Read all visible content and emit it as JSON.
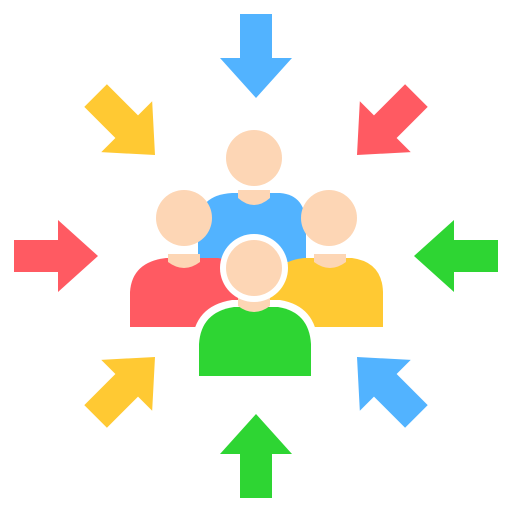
{
  "icon": {
    "name": "people-group-convergence-icon",
    "colors": {
      "blue": "#52B3FF",
      "yellow": "#FFC933",
      "red": "#FF5A62",
      "green": "#2ED533",
      "skin": "#FDD6B5",
      "background": "#FFFFFF"
    },
    "arrows": [
      {
        "name": "arrow-top-icon",
        "direction": "down",
        "color": "blue"
      },
      {
        "name": "arrow-top-right-icon",
        "direction": "down-left",
        "color": "red"
      },
      {
        "name": "arrow-right-icon",
        "direction": "left",
        "color": "green"
      },
      {
        "name": "arrow-bottom-right-icon",
        "direction": "up-left",
        "color": "blue"
      },
      {
        "name": "arrow-bottom-icon",
        "direction": "up",
        "color": "green"
      },
      {
        "name": "arrow-bottom-left-icon",
        "direction": "up-right",
        "color": "yellow"
      },
      {
        "name": "arrow-left-icon",
        "direction": "right",
        "color": "red"
      },
      {
        "name": "arrow-top-left-icon",
        "direction": "down-right",
        "color": "yellow"
      }
    ],
    "people": [
      {
        "name": "person-back-center-icon",
        "color": "blue"
      },
      {
        "name": "person-left-icon",
        "color": "red"
      },
      {
        "name": "person-right-icon",
        "color": "yellow"
      },
      {
        "name": "person-front-center-icon",
        "color": "green"
      }
    ]
  }
}
